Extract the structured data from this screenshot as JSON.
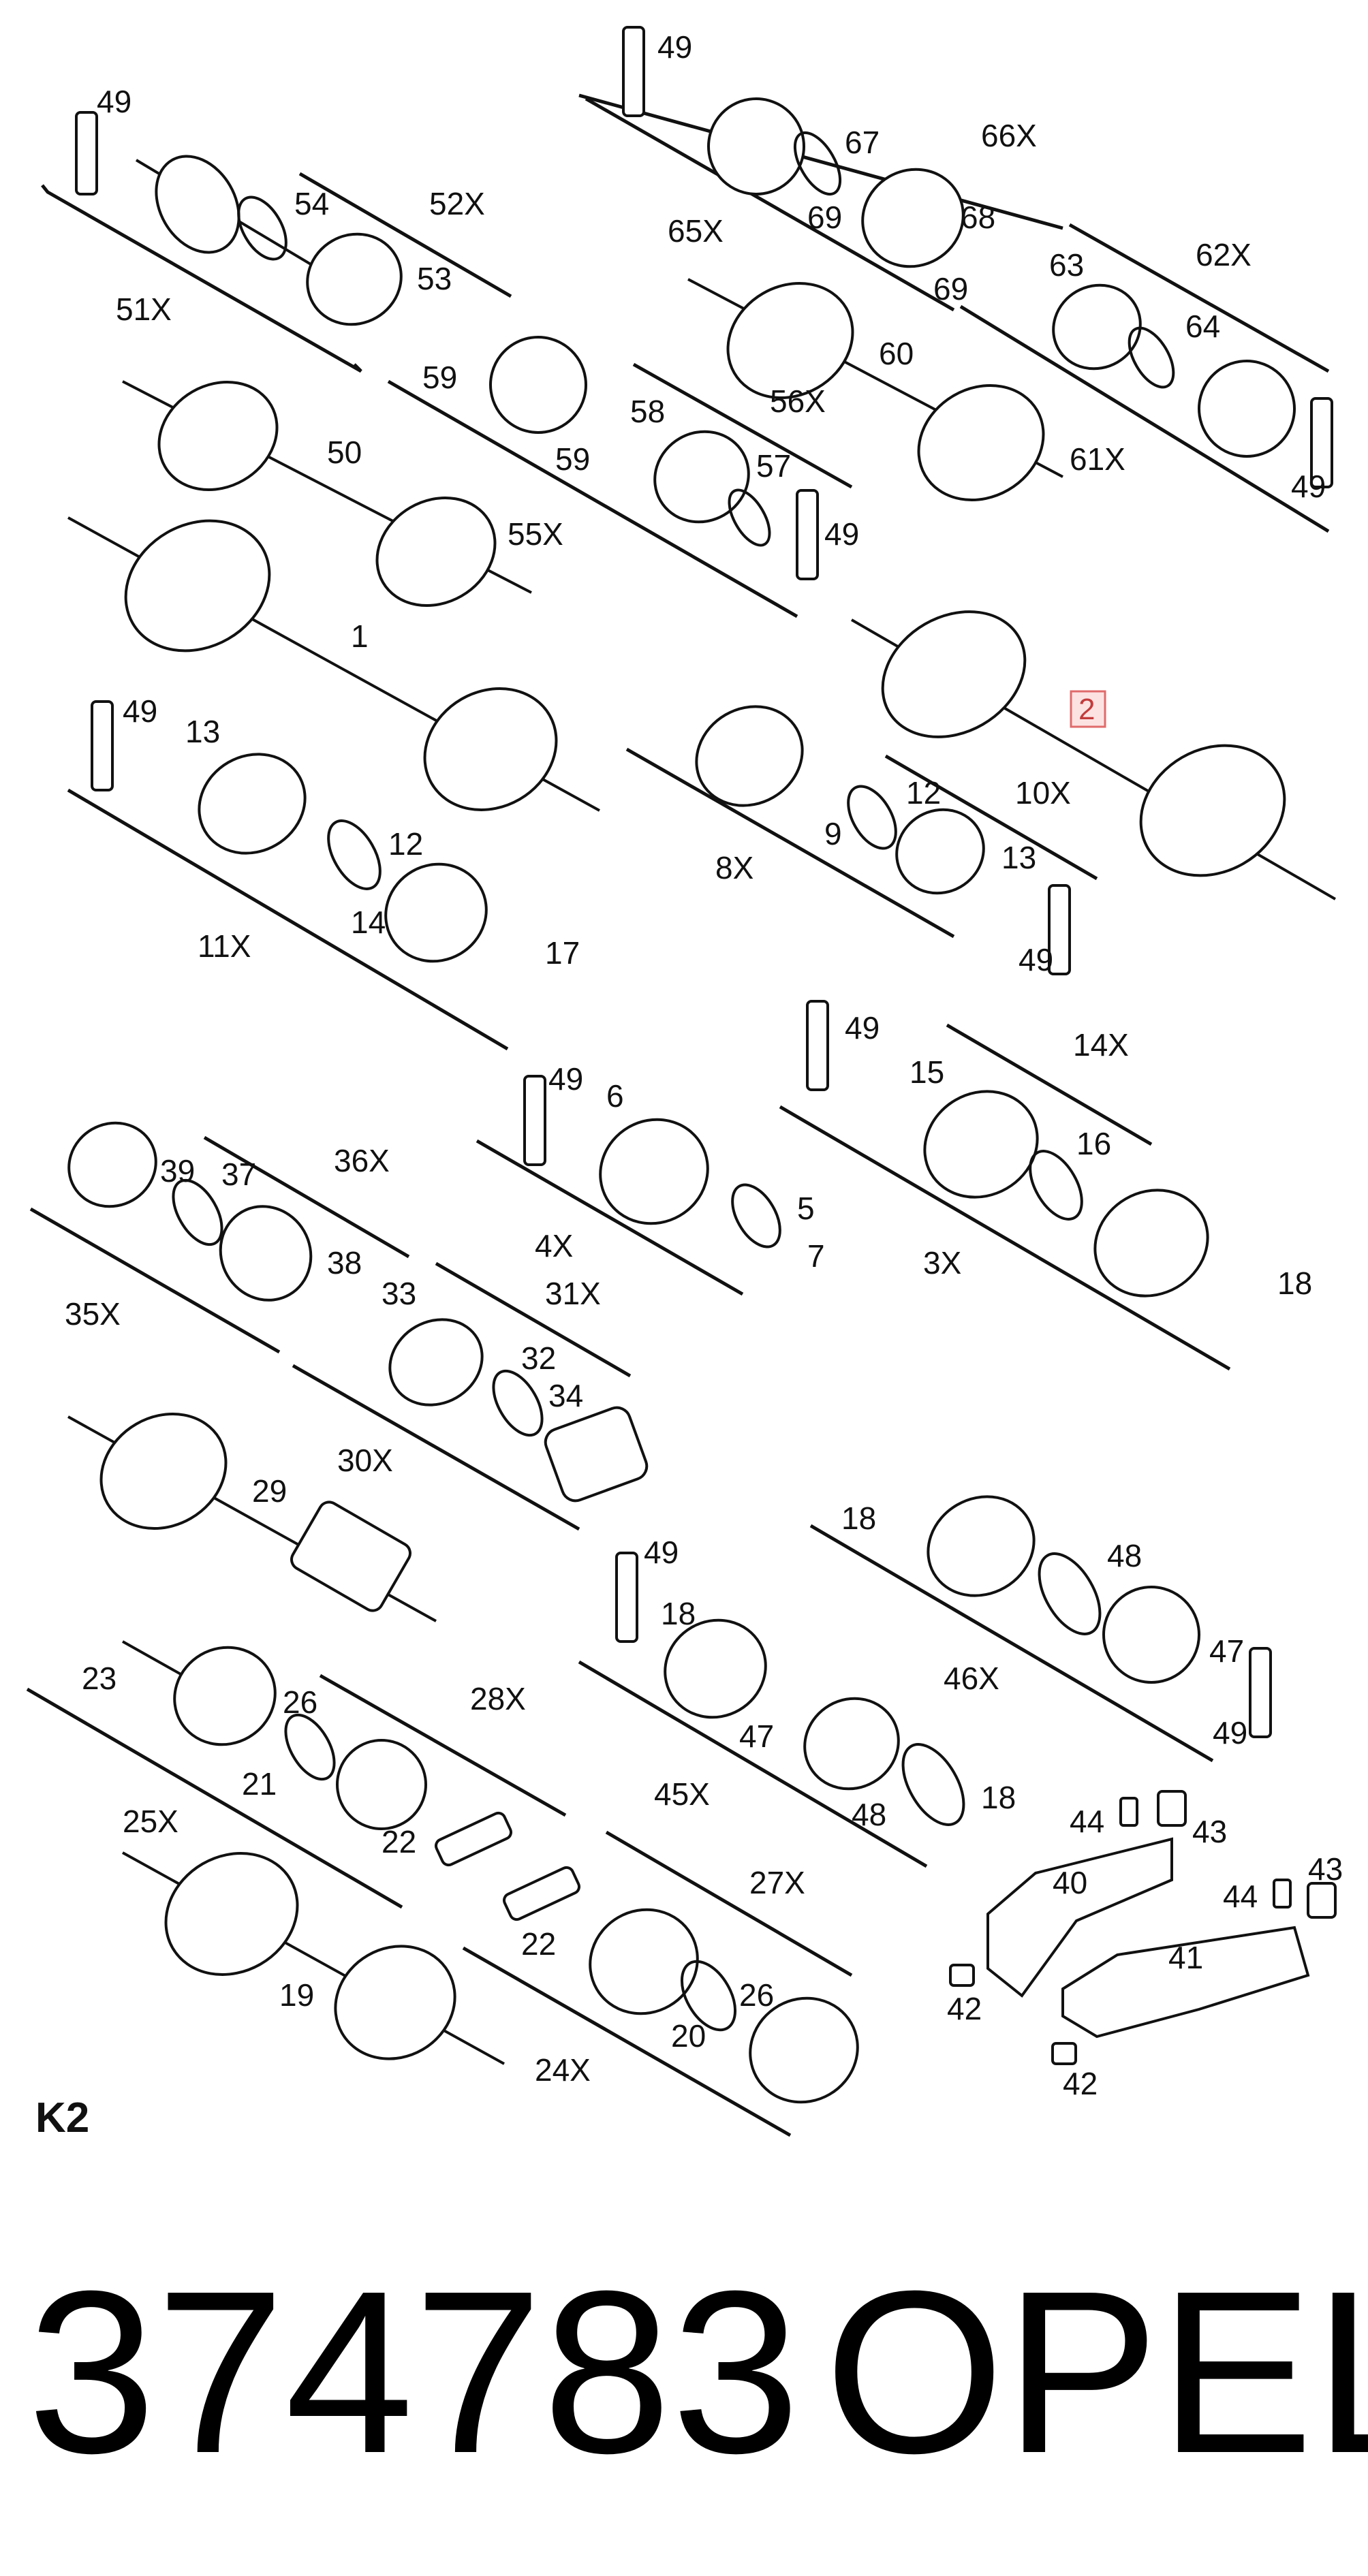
{
  "diagram": {
    "callouts": [
      {
        "id": "c49a",
        "text": "49"
      },
      {
        "id": "c54",
        "text": "54"
      },
      {
        "id": "c52x",
        "text": "52X"
      },
      {
        "id": "c53",
        "text": "53"
      },
      {
        "id": "c51x",
        "text": "51X"
      },
      {
        "id": "c59a",
        "text": "59"
      },
      {
        "id": "c59b",
        "text": "59"
      },
      {
        "id": "c58",
        "text": "58"
      },
      {
        "id": "c56x",
        "text": "56X"
      },
      {
        "id": "c57",
        "text": "57"
      },
      {
        "id": "c50",
        "text": "50"
      },
      {
        "id": "c55x",
        "text": "55X"
      },
      {
        "id": "c49b",
        "text": "49"
      },
      {
        "id": "c49c",
        "text": "49"
      },
      {
        "id": "c67",
        "text": "67"
      },
      {
        "id": "c66x",
        "text": "66X"
      },
      {
        "id": "c65x",
        "text": "65X"
      },
      {
        "id": "c69a",
        "text": "69"
      },
      {
        "id": "c68",
        "text": "68"
      },
      {
        "id": "c69b",
        "text": "69"
      },
      {
        "id": "c63",
        "text": "63"
      },
      {
        "id": "c62x",
        "text": "62X"
      },
      {
        "id": "c64",
        "text": "64"
      },
      {
        "id": "c60",
        "text": "60"
      },
      {
        "id": "c61x",
        "text": "61X"
      },
      {
        "id": "c49d",
        "text": "49"
      },
      {
        "id": "c1",
        "text": "1"
      },
      {
        "id": "c49e",
        "text": "49"
      },
      {
        "id": "c13a",
        "text": "13"
      },
      {
        "id": "c12a",
        "text": "12"
      },
      {
        "id": "c14",
        "text": "14"
      },
      {
        "id": "c11x",
        "text": "11X"
      },
      {
        "id": "c17",
        "text": "17"
      },
      {
        "id": "c10x",
        "text": "10X"
      },
      {
        "id": "c8x",
        "text": "8X"
      },
      {
        "id": "c9",
        "text": "9"
      },
      {
        "id": "c12b",
        "text": "12"
      },
      {
        "id": "c13b",
        "text": "13"
      },
      {
        "id": "c49f",
        "text": "49"
      },
      {
        "id": "c49g",
        "text": "49"
      },
      {
        "id": "c6",
        "text": "6"
      },
      {
        "id": "c4x",
        "text": "4X"
      },
      {
        "id": "c5",
        "text": "5"
      },
      {
        "id": "c7",
        "text": "7"
      },
      {
        "id": "c49h",
        "text": "49"
      },
      {
        "id": "c15",
        "text": "15"
      },
      {
        "id": "c14x",
        "text": "14X"
      },
      {
        "id": "c16",
        "text": "16"
      },
      {
        "id": "c3x",
        "text": "3X"
      },
      {
        "id": "c18a",
        "text": "18"
      },
      {
        "id": "c39",
        "text": "39"
      },
      {
        "id": "c37",
        "text": "37"
      },
      {
        "id": "c36x",
        "text": "36X"
      },
      {
        "id": "c35x",
        "text": "35X"
      },
      {
        "id": "c38",
        "text": "38"
      },
      {
        "id": "c33",
        "text": "33"
      },
      {
        "id": "c31x",
        "text": "31X"
      },
      {
        "id": "c32",
        "text": "32"
      },
      {
        "id": "c34",
        "text": "34"
      },
      {
        "id": "c30x",
        "text": "30X"
      },
      {
        "id": "c29",
        "text": "29"
      },
      {
        "id": "c18b",
        "text": "18"
      },
      {
        "id": "c48a",
        "text": "48"
      },
      {
        "id": "c46x",
        "text": "46X"
      },
      {
        "id": "c47a",
        "text": "47"
      },
      {
        "id": "c49i",
        "text": "49"
      },
      {
        "id": "c49j",
        "text": "49"
      },
      {
        "id": "c18c",
        "text": "18"
      },
      {
        "id": "c47b",
        "text": "47"
      },
      {
        "id": "c45x",
        "text": "45X"
      },
      {
        "id": "c48b",
        "text": "48"
      },
      {
        "id": "c18d",
        "text": "18"
      },
      {
        "id": "c23",
        "text": "23"
      },
      {
        "id": "c26a",
        "text": "26"
      },
      {
        "id": "c28x",
        "text": "28X"
      },
      {
        "id": "c21",
        "text": "21"
      },
      {
        "id": "c25x",
        "text": "25X"
      },
      {
        "id": "c22a",
        "text": "22"
      },
      {
        "id": "c19",
        "text": "19"
      },
      {
        "id": "c27x",
        "text": "27X"
      },
      {
        "id": "c22b",
        "text": "22"
      },
      {
        "id": "c26b",
        "text": "26"
      },
      {
        "id": "c20",
        "text": "20"
      },
      {
        "id": "c24x",
        "text": "24X"
      },
      {
        "id": "c44a",
        "text": "44"
      },
      {
        "id": "c43a",
        "text": "43"
      },
      {
        "id": "c40",
        "text": "40"
      },
      {
        "id": "c44b",
        "text": "44"
      },
      {
        "id": "c43b",
        "text": "43"
      },
      {
        "id": "c41",
        "text": "41"
      },
      {
        "id": "c42a",
        "text": "42"
      },
      {
        "id": "c42b",
        "text": "42"
      }
    ],
    "highlight": {
      "text": "2",
      "fill": "#fde2e2",
      "stroke": "#e06a6a"
    },
    "section_label": "K2",
    "part_number": "374783",
    "brand": "OPEL"
  }
}
